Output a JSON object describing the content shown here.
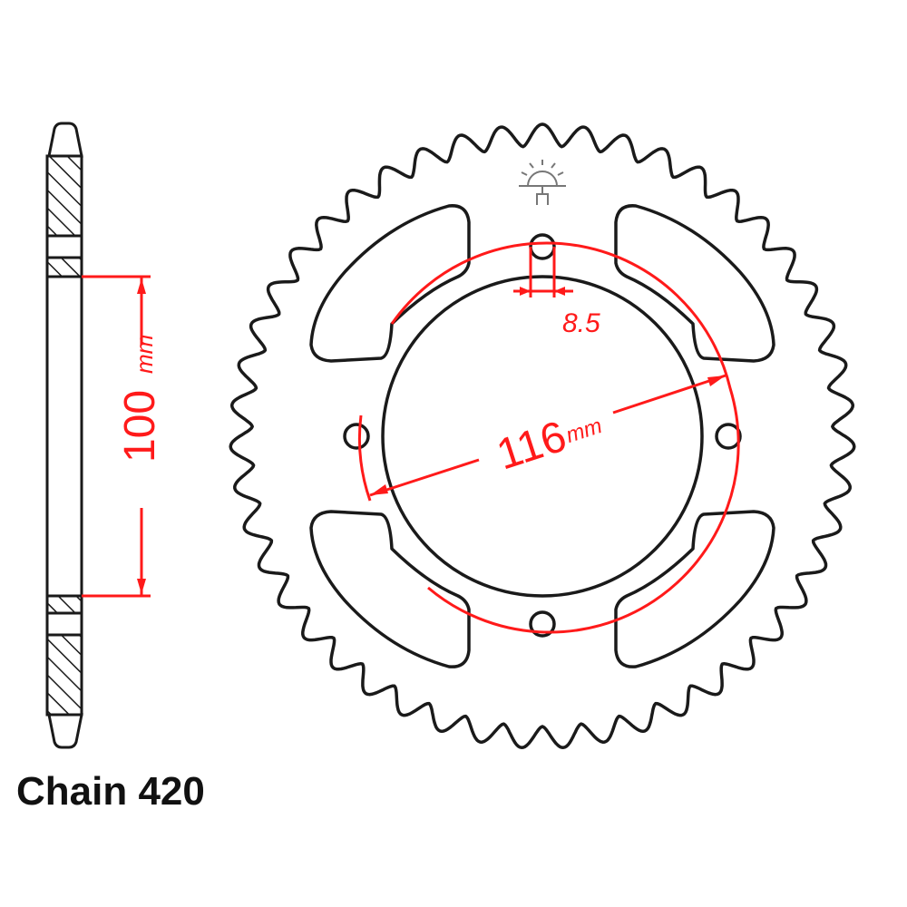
{
  "caption": "Chain 420",
  "colors": {
    "outline": "#1a1a1a",
    "dimension": "#ff1a1a",
    "hatch": "#1a1a1a",
    "logo": "#777777",
    "background": "#ffffff"
  },
  "side_view": {
    "dimension_value": "100",
    "dimension_unit": "mm"
  },
  "front_view": {
    "bolt_circle_value": "116",
    "bolt_circle_unit": "mm",
    "bolt_hole_value": "8.5",
    "tooth_count_estimate": 47,
    "bolt_holes": 4,
    "lightening_cutouts": 4
  }
}
